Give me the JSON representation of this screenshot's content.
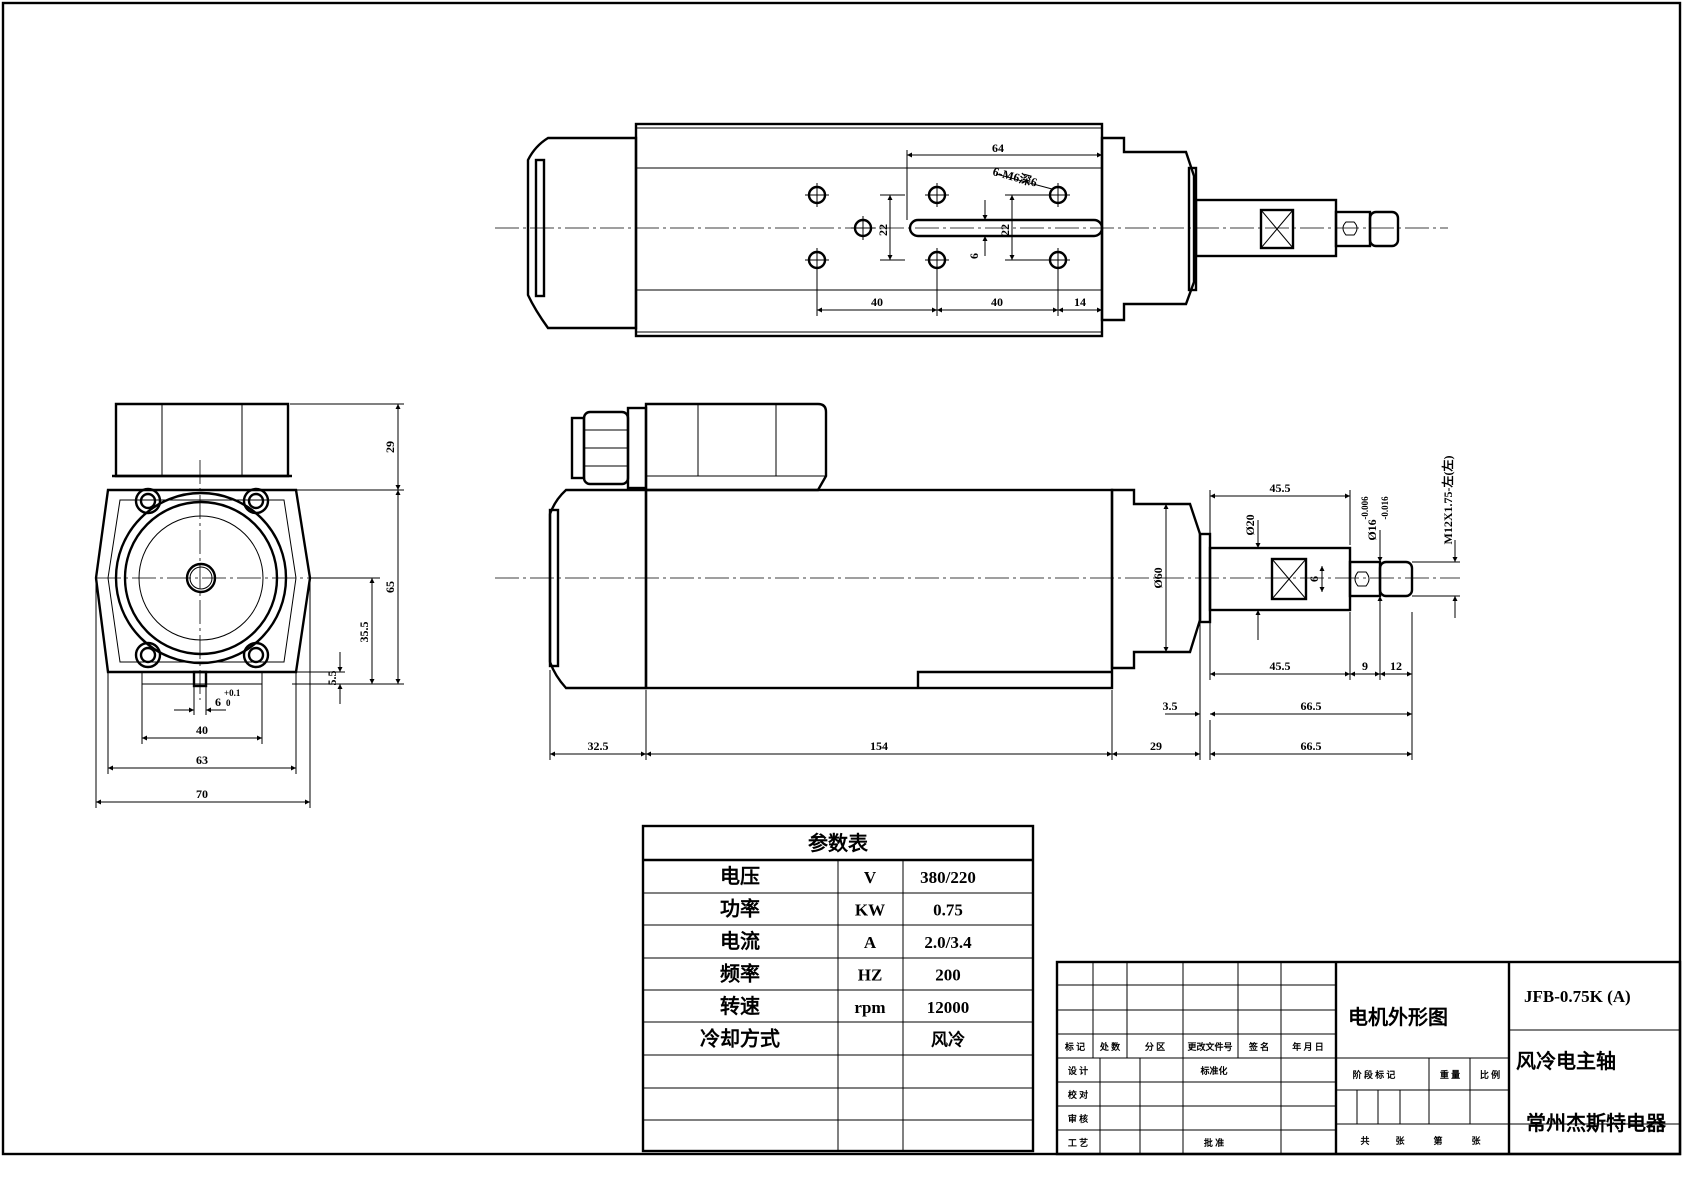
{
  "drawing": {
    "top_view_dims": {
      "w64": "64",
      "hole_spec": "6-M6深6",
      "h22a": "22",
      "h22b": "22",
      "h6": "6",
      "w40a": "40",
      "w40b": "40",
      "w14": "14"
    },
    "end_view_dims": {
      "h29": "29",
      "h65": "65",
      "h35_5": "35.5",
      "h5_5": "5.5",
      "key6": "6",
      "key_tol_upper": "+0.1",
      "key_tol_lower": "0",
      "w40": "40",
      "w63": "63",
      "w70": "70"
    },
    "side_view_dims": {
      "l45_5_top": "45.5",
      "d20": "Ø20",
      "d16": "Ø16",
      "d16_tol_upper": "-0.006",
      "d16_tol_lower": "-0.016",
      "thread": "M12X1.75-左(左)",
      "d60": "Ø60",
      "key6": "6",
      "l45_5_bottom": "45.5",
      "l9": "9",
      "l12": "12",
      "l3_5": "3.5",
      "l66_5_a": "66.5",
      "l32_5": "32.5",
      "l154": "154",
      "l29": "29",
      "l66_5_b": "66.5"
    }
  },
  "params_table": {
    "title": "参数表",
    "rows": [
      {
        "name": "电压",
        "unit": "V",
        "value": "380/220"
      },
      {
        "name": "功率",
        "unit": "KW",
        "value": "0.75"
      },
      {
        "name": "电流",
        "unit": "A",
        "value": "2.0/3.4"
      },
      {
        "name": "频率",
        "unit": "HZ",
        "value": "200"
      },
      {
        "name": "转速",
        "unit": "rpm",
        "value": "12000"
      },
      {
        "name": "冷却方式",
        "unit": "",
        "value": "风冷"
      }
    ]
  },
  "title_block": {
    "drawing_name": "电机外形图",
    "model": "JFB-0.75K (A)",
    "product": "风冷电主轴",
    "company": "常州杰斯特电器",
    "header": [
      "标 记",
      "处 数",
      "分 区",
      "更改文件号",
      "签 名",
      "年 月 日"
    ],
    "roles": [
      "设 计",
      "校 对",
      "审 核",
      "工 艺"
    ],
    "std_label": "标准化",
    "approve_label": "批 准",
    "stage_label": "阶 段 标 记",
    "weight_label": "重 量",
    "scale_label": "比 例",
    "sheets_total": "共",
    "sheets_unit": "张",
    "sheet_no": "第",
    "sheet_unit": "张"
  }
}
